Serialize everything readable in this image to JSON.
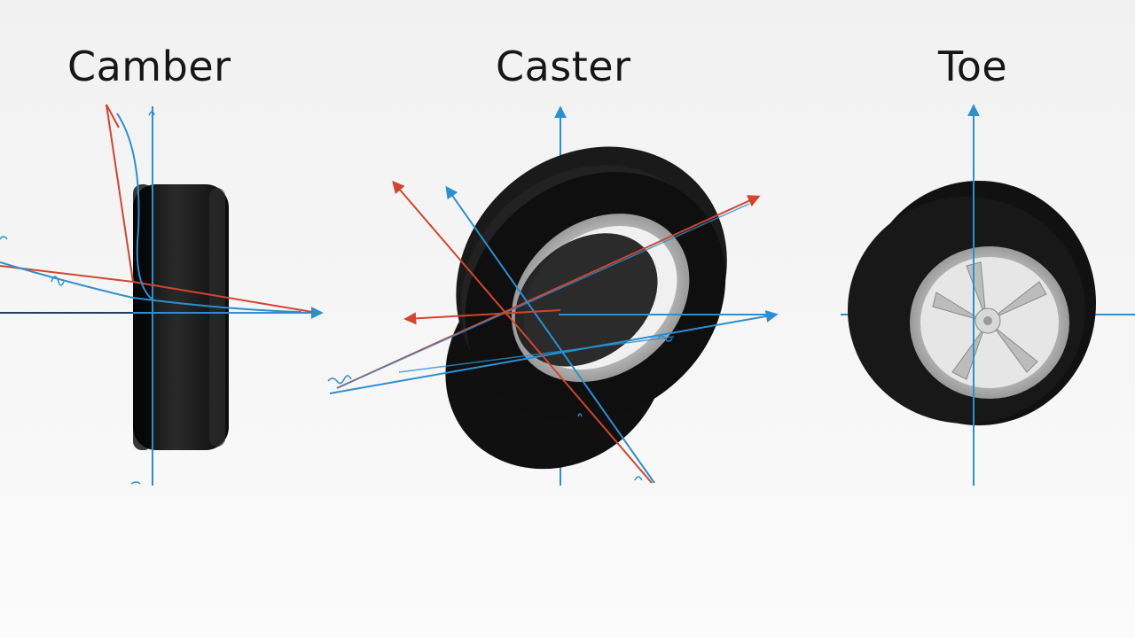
{
  "panels": [
    {
      "id": "camber",
      "title": "Camber"
    },
    {
      "id": "caster",
      "title": "Caster"
    },
    {
      "id": "toe",
      "title": "Toe"
    }
  ],
  "colors": {
    "background": "#f3f3f3",
    "axis_blue": "#2b8fd0",
    "angle_red": "#d2452d",
    "tire": "#141414",
    "rim": "#c9c9c9",
    "title": "#161616"
  },
  "icons": {
    "camber_tire": "tire-side-profile-icon",
    "caster_tire": "tilted-tire-icon",
    "toe_tire": "tire-with-rim-icon"
  }
}
